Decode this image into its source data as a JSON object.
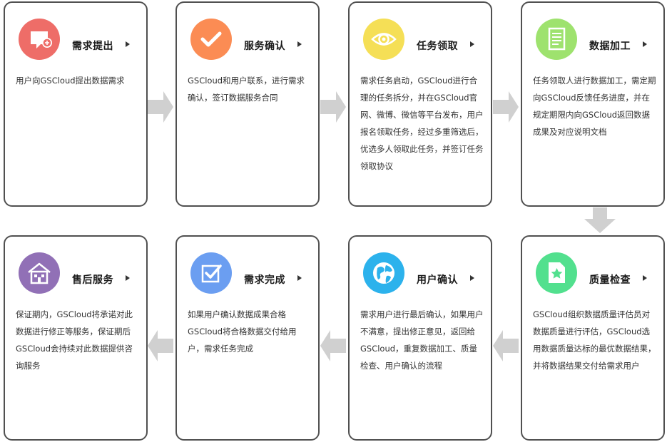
{
  "steps": [
    {
      "title": "需求提出",
      "icon": "comment-plus-icon",
      "color": "#ee6d68",
      "desc": "用户向GSCloud提出数据需求"
    },
    {
      "title": "服务确认",
      "icon": "checkmark-icon",
      "color": "#fb8c54",
      "desc": "GSCloud和用户联系，进行需求确认，签订数据服务合同"
    },
    {
      "title": "任务领取",
      "icon": "eye-icon",
      "color": "#f5df56",
      "desc": "需求任务启动，GSCloud进行合理的任务拆分，并在GSCloud官网、微博、微信等平台发布，用户报名领取任务，经过多重筛选后，优选多人领取此任务，并签订任务领取协议"
    },
    {
      "title": "数据加工",
      "icon": "document-icon",
      "color": "#9ee26e",
      "desc": "任务领取人进行数据加工，需定期向GSCloud反馈任务进度，并在规定期限内向GSCloud返回数据成果及对应说明文档"
    },
    {
      "title": "质量检查",
      "icon": "star-document-icon",
      "color": "#52e08e",
      "desc": "GSCloud组织数据质量评估员对数据质量进行评估，GSCloud选用数据质量达标的最优数据结果，并将数据结果交付给需求用户"
    },
    {
      "title": "用户确认",
      "icon": "globe-icon",
      "color": "#2cb2ec",
      "desc": "需求用户进行最后确认，如果用户不满意，提出修正意见，返回给GSCloud，重复数据加工、质量检查、用户确认的流程"
    },
    {
      "title": "需求完成",
      "icon": "checkbox-icon",
      "color": "#6b9ef1",
      "desc": "如果用户确认数据成果合格GSCloud将合格数据交付给用户，需求任务完成"
    },
    {
      "title": "售后服务",
      "icon": "house-icon",
      "color": "#9170b6",
      "desc": "保证期内，GSCloud将承诺对此数据进行修正等服务，保证期后GSCloud会持续对此数据提供咨询服务"
    }
  ],
  "arrow_color": "#d0d0d0"
}
